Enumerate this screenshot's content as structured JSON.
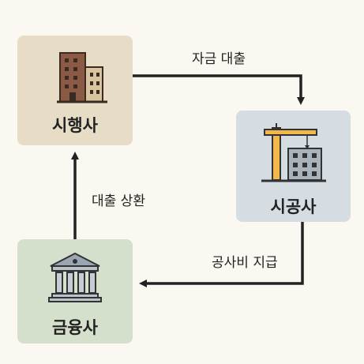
{
  "nodes": {
    "developer": {
      "label": "시행사",
      "icon": "office-building-icon"
    },
    "builder": {
      "label": "시공사",
      "icon": "construction-crane-icon"
    },
    "bank": {
      "label": "금융사",
      "icon": "bank-icon"
    }
  },
  "edges": {
    "loan": {
      "label": "자금 대출"
    },
    "repayment": {
      "label": "대출 상환"
    },
    "payment": {
      "label": "공사비 지급"
    }
  }
}
